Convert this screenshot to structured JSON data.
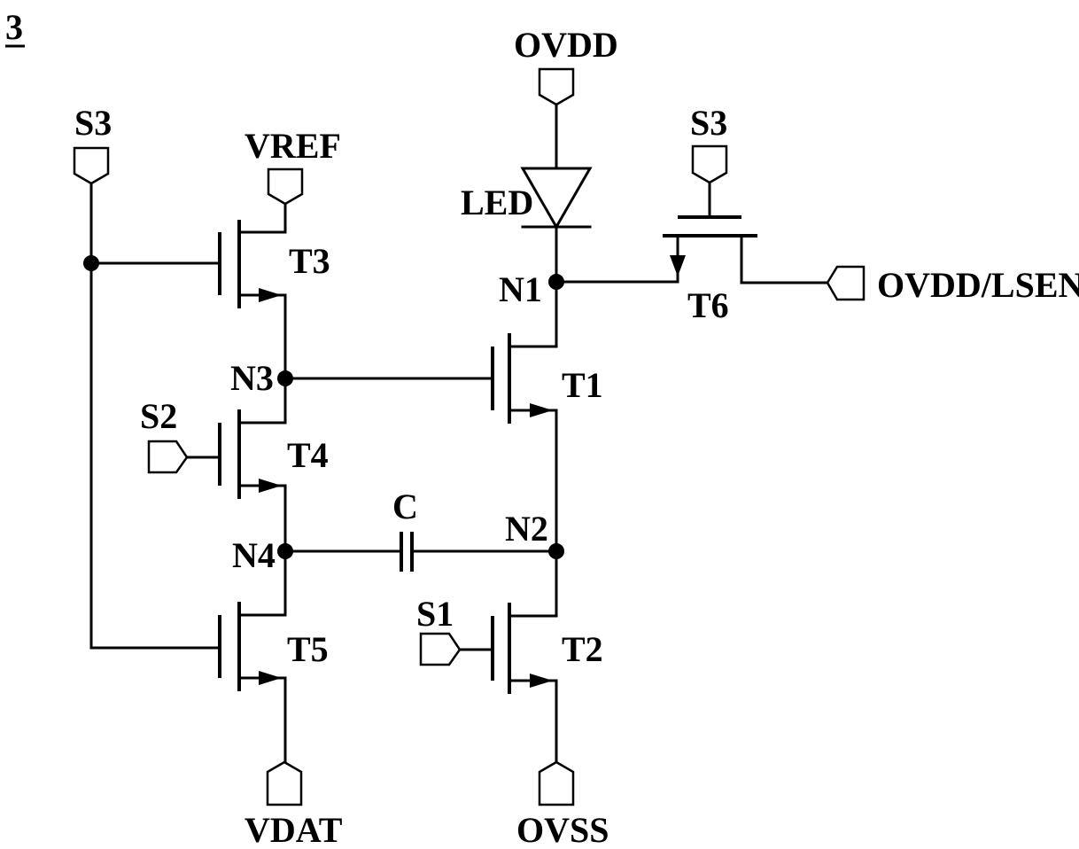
{
  "figure": {
    "ref": "3",
    "transistors": [
      {
        "id": "t1",
        "label": "T1"
      },
      {
        "id": "t2",
        "label": "T2"
      },
      {
        "id": "t3",
        "label": "T3"
      },
      {
        "id": "t4",
        "label": "T4"
      },
      {
        "id": "t5",
        "label": "T5"
      },
      {
        "id": "t6",
        "label": "T6"
      }
    ],
    "nodes": [
      {
        "id": "n1",
        "label": "N1"
      },
      {
        "id": "n2",
        "label": "N2"
      },
      {
        "id": "n3",
        "label": "N3"
      },
      {
        "id": "n4",
        "label": "N4"
      }
    ],
    "signals": {
      "ovdd": "OVDD",
      "ovss": "OVSS",
      "vref": "VREF",
      "vdat": "VDAT",
      "s1": "S1",
      "s2": "S2",
      "s3_left": "S3",
      "s3_right": "S3",
      "ovdd_lsen": "OVDD/LSEN"
    },
    "components": {
      "led": "LED",
      "capacitor": "C"
    }
  }
}
